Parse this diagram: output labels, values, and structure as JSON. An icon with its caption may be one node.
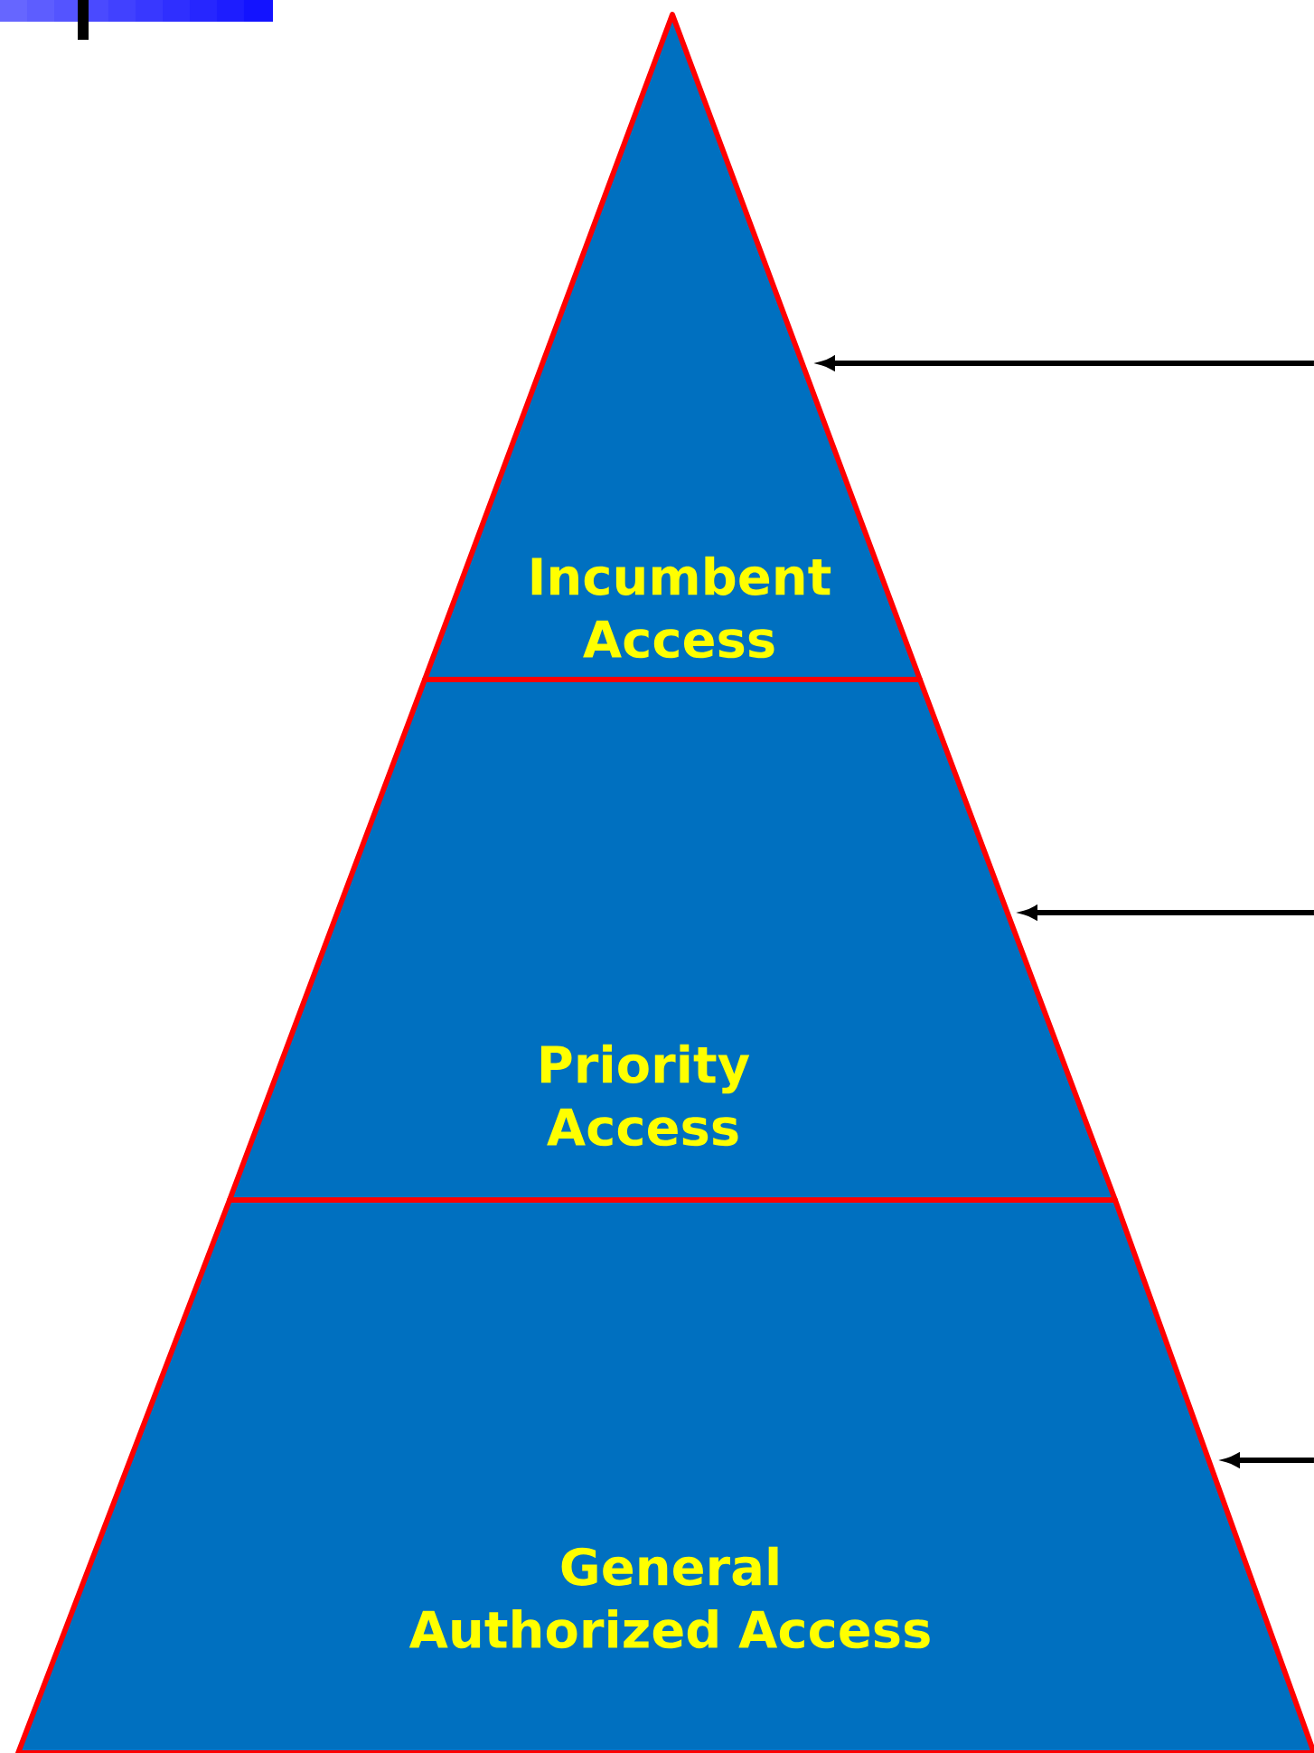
{
  "diagram": {
    "nodes": [
      {
        "text": [
          "Incumbent Access"
        ]
      },
      {
        "text": [
          "Priority Access"
        ]
      },
      {
        "text": [
          "General Authorized Access"
        ]
      }
    ],
    "edges": [
      {
        "from": null,
        "to": 0,
        "arrow": "to"
      },
      {
        "from": null,
        "to": 1,
        "arrow": "to"
      },
      {
        "from": null,
        "to": 2,
        "arrow": "to"
      }
    ]
  }
}
